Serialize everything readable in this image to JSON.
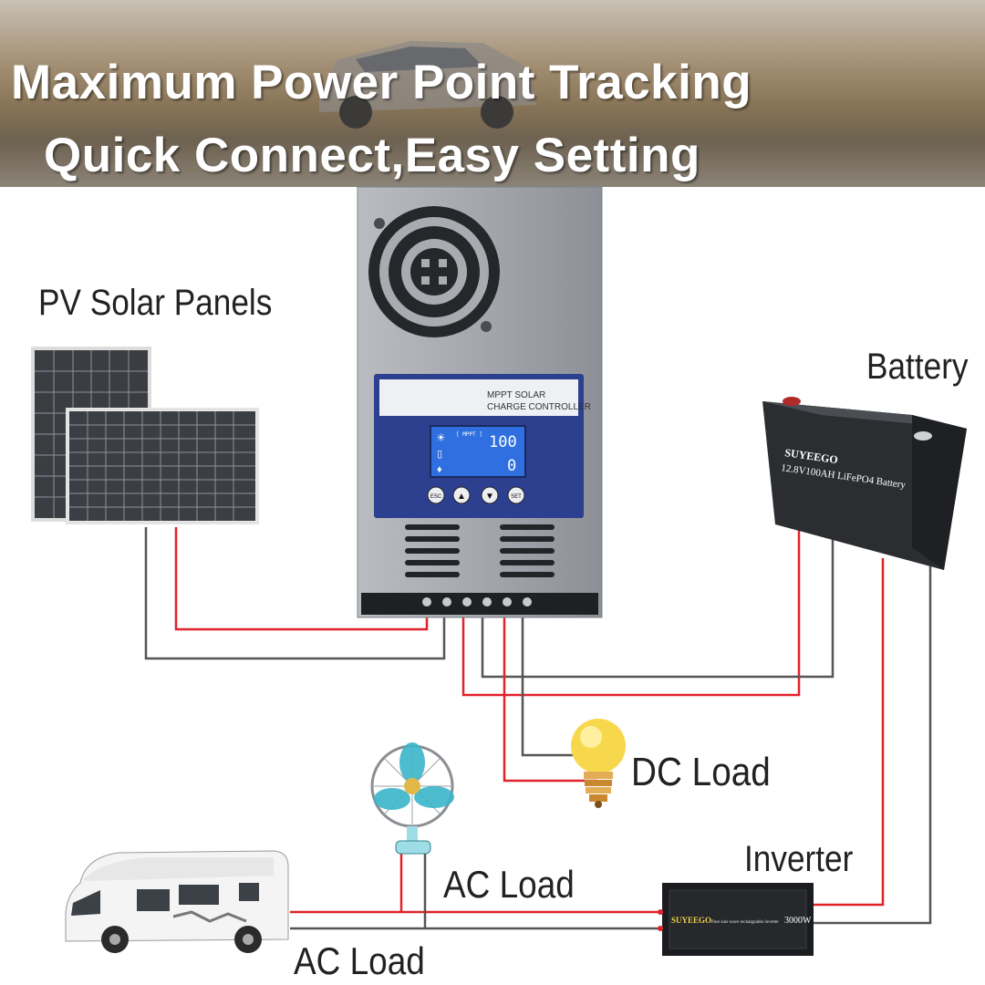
{
  "banner": {
    "line1": "Maximum Power Point Tracking",
    "line2": "Quick Connect,Easy Setting"
  },
  "labels": {
    "pv_solar_panels": "PV Solar Panels",
    "battery": "Battery",
    "dc_load": "DC Load",
    "inverter": "Inverter",
    "ac_load_fan": "AC Load",
    "ac_load_rv": "AC Load"
  },
  "controller": {
    "title_line1": "MPPT SOLAR",
    "title_line2": "CHARGE CONTROLLER",
    "lcd_value_top": "100",
    "lcd_value_bottom": "0",
    "lcd_mode": "[ MPPT ]",
    "buttons": [
      "ESC",
      "▲",
      "▼",
      "SET"
    ]
  },
  "battery": {
    "brand": "SUYEEGO",
    "model": "12.8V100AH LiFePO4 Battery"
  },
  "inverter": {
    "brand": "SUYEEGO",
    "description": "Pure sine wave rechargeable inverter",
    "power": "3000W"
  },
  "colors": {
    "wire_positive": "#e0232a",
    "wire_negative": "#555555",
    "controller_panel": "#2d3f8f",
    "lcd": "#2f6fe0"
  }
}
